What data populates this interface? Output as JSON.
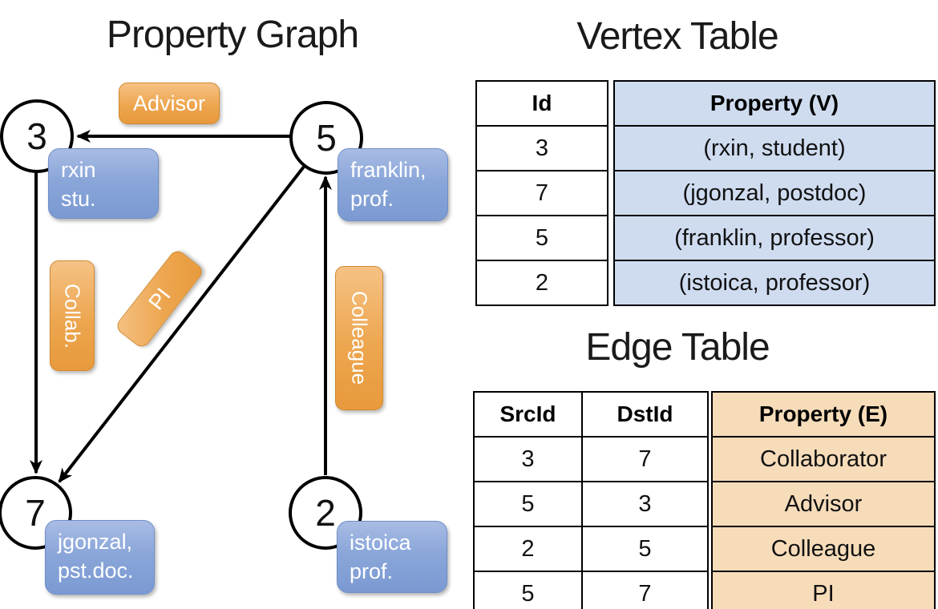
{
  "graph": {
    "title": "Property Graph",
    "nodes": [
      {
        "id": "3",
        "label_line1": "rxin",
        "label_line2": "stu."
      },
      {
        "id": "5",
        "label_line1": "franklin,",
        "label_line2": "prof."
      },
      {
        "id": "7",
        "label_line1": "jgonzal,",
        "label_line2": "pst.doc."
      },
      {
        "id": "2",
        "label_line1": "istoica",
        "label_line2": "prof."
      }
    ],
    "edge_labels": {
      "advisor": "Advisor",
      "collab": "Collab.",
      "pi": "PI",
      "colleague": "Colleague"
    }
  },
  "vertex_table": {
    "title": "Vertex Table",
    "columns": [
      "Id",
      "Property (V)"
    ],
    "rows": [
      {
        "id": "3",
        "property": "(rxin, student)"
      },
      {
        "id": "7",
        "property": "(jgonzal, postdoc)"
      },
      {
        "id": "5",
        "property": "(franklin, professor)"
      },
      {
        "id": "2",
        "property": "(istoica, professor)"
      }
    ]
  },
  "edge_table": {
    "title": "Edge Table",
    "columns": [
      "SrcId",
      "DstId",
      "Property (E)"
    ],
    "rows": [
      {
        "src": "3",
        "dst": "7",
        "property": "Collaborator"
      },
      {
        "src": "5",
        "dst": "3",
        "property": "Advisor"
      },
      {
        "src": "2",
        "dst": "5",
        "property": "Colleague"
      },
      {
        "src": "5",
        "dst": "7",
        "property": "PI"
      }
    ]
  },
  "colors": {
    "edge_label_orange": "#eda64f",
    "node_label_blue": "#8aa6d9",
    "vertex_property_cell_bg": "#cfdcf0",
    "edge_property_cell_bg": "#f7dcba",
    "stroke_black": "#000000"
  }
}
